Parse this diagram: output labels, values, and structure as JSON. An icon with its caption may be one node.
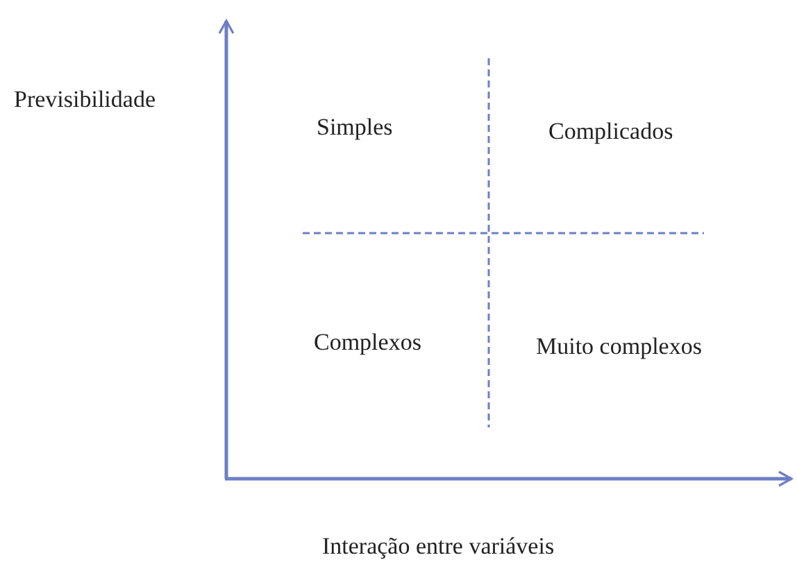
{
  "diagram": {
    "labels": [
      "Previsibilidade",
      "Simples",
      "Complicados",
      "Complexos",
      "Muito complexos",
      "Interação entre variáveis"
    ]
  }
}
